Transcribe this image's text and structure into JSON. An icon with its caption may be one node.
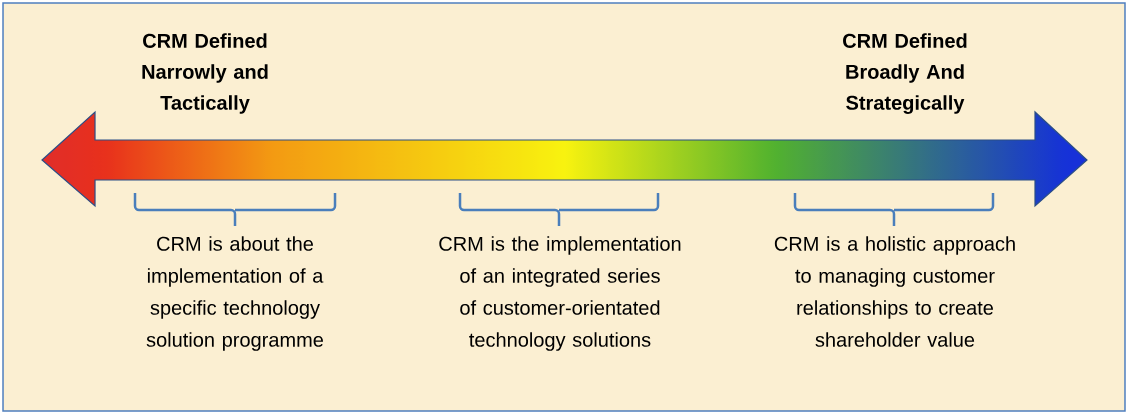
{
  "diagram": {
    "labels": [
      "CRM Defined Narrowly and Tactically",
      "CRM Defined Broadly And Strategically",
      "CRM is about the implementation of a specific technology solution programme",
      "CRM is the implementation of an integrated series of customer-orientated technology solutions",
      "CRM is a holistic approach to managing customer relationships to create shareholder value"
    ]
  }
}
